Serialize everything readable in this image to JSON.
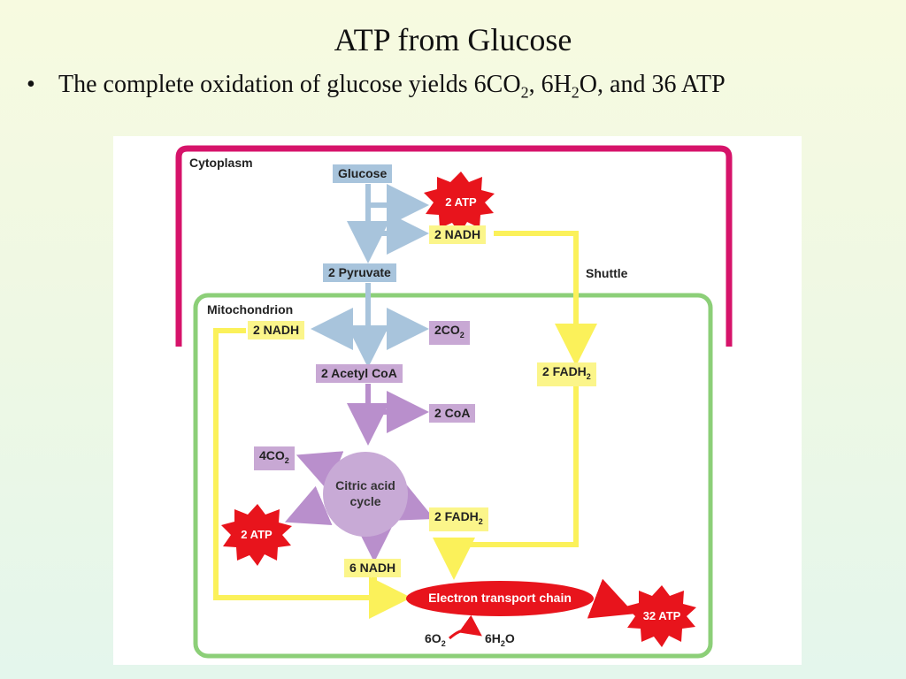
{
  "slide": {
    "title": "ATP from Glucose",
    "bullet": {
      "symbol": "•",
      "text_a": "The complete oxidation of glucose yields 6CO",
      "sub_a": "2",
      "text_b": ", 6H",
      "sub_b": "2",
      "text_c": "O, and 36 ATP"
    }
  },
  "diagram": {
    "compartments": {
      "cytoplasm": "Cytoplasm",
      "mitochondrion": "Mitochondrion",
      "shuttle": "Shuttle"
    },
    "glucose": "Glucose",
    "atp_glycolysis": "2 ATP",
    "nadh_glycolysis": "2 NADH",
    "pyruvate": "2 Pyruvate",
    "nadh_mito": "2 NADH",
    "co2_pdh": {
      "text": "2CO",
      "sub": "2"
    },
    "acetyl_coa": "2 Acetyl CoA",
    "coa": "2 CoA",
    "fadh2_shuttle": {
      "text": "2 FADH",
      "sub": "2"
    },
    "co2_cycle": {
      "text": "4CO",
      "sub": "2"
    },
    "cycle_line1": "Citric acid",
    "cycle_line2": "cycle",
    "atp_cycle": "2 ATP",
    "fadh2_cycle": {
      "text": "2 FADH",
      "sub": "2"
    },
    "nadh_cycle": "6 NADH",
    "etc": "Electron transport chain",
    "atp_etc": "32 ATP",
    "o2": {
      "text": "6O",
      "sub": "2"
    },
    "h2o": {
      "pre": "6H",
      "sub": "2",
      "post": "O"
    },
    "colors": {
      "cytoplasm_border": "#d6136a",
      "mito_border": "#8ccf78",
      "blue_arrow": "#a8c4dc",
      "yellow_arrow": "#fbf15a",
      "purple_arrow": "#b98fcc",
      "atp_burst": "#e8141c",
      "etc_oval": "#e8141c"
    }
  }
}
